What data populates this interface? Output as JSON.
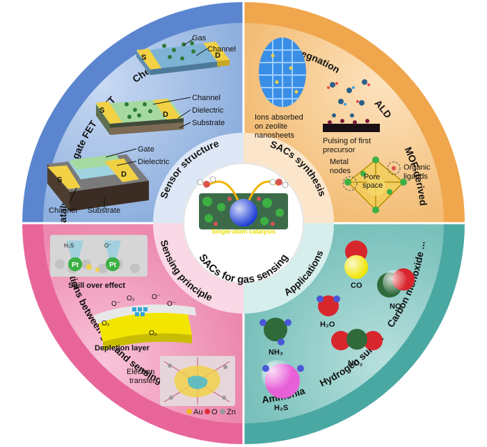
{
  "center": {
    "title": "SACs for gas sensing",
    "caption": "Single-atom catalysis"
  },
  "inner_ring": {
    "top_left": "Sensor structure",
    "top_right": "SACs synthesis",
    "bottom_left": "Sensing principle",
    "bottom_right": "Applications"
  },
  "outer_ring": {
    "top_left": [
      "Chemresistor",
      "TFT",
      "Catalytic metal gate FET"
    ],
    "top_right": [
      "Impregnation",
      "ALD",
      "MOF-derived"
    ],
    "bottom_left": [
      "Interactions between gas and sensing material"
    ],
    "bottom_right": [
      "Ammonia",
      "Hydrogen sulfide",
      "Carbon monoxide ..."
    ]
  },
  "sensor_structure": {
    "chemresistor": {
      "gas": "Gas",
      "channel": "Channel",
      "source": "S",
      "drain": "D"
    },
    "tft": {
      "channel": "Channel",
      "dielectric": "Dielectric",
      "substrate": "Substrate",
      "source": "S",
      "drain": "D"
    },
    "fet": {
      "gate": "Gate",
      "dielectric": "Dielectric",
      "channel": "Channel",
      "substrate": "Substrate",
      "source": "S",
      "drain": "D"
    }
  },
  "synthesis": {
    "impregnation": [
      "Ions absorbed",
      "on zeolite",
      "nanosheets"
    ],
    "ald": [
      "Pulsing of first",
      "precursor"
    ],
    "mof": {
      "metal_nodes": [
        "Metal",
        "nodes"
      ],
      "pore_space": [
        "Pore",
        "space"
      ],
      "organic_ligands": [
        "Organic",
        "ligands"
      ]
    }
  },
  "principle": {
    "spill_over": "Spill over effect",
    "pt": "Pt",
    "h2s": "H₂S",
    "o_minus": "O⁻",
    "o2": "O₂",
    "depletion_layer": "Depletion layer",
    "electron_transfer": [
      "Electron",
      "transfer"
    ],
    "legend": {
      "au": "Au",
      "o": "O",
      "zn": "Zn"
    }
  },
  "applications": {
    "co": "CO",
    "no": "NO",
    "h2o": "H₂O",
    "nh3": "NH₃",
    "no2": "NO₂",
    "h2s": "H₂S"
  },
  "colors": {
    "q1": "#9dbbe3",
    "q2": "#f5c98d",
    "q3": "#f095b7",
    "q4": "#87c8c4",
    "ring_q1": "#5b86cf",
    "ring_q2": "#f0a64c",
    "ring_q3": "#e8659a",
    "ring_q4": "#4aa8a3"
  }
}
